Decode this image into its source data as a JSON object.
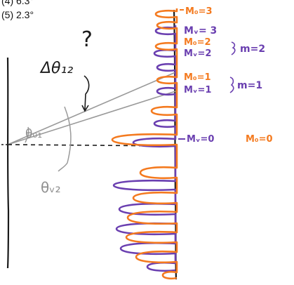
{
  "answers": {
    "option_4": "(4)  6.3°",
    "option_5": "(5)  2.3°"
  },
  "diagram": {
    "angle_diff_label": "Δθ₁₂",
    "angle_diff_question": "?",
    "theta_o1_label": "θ₀₁",
    "theta_v2_label": "θᵥ₂",
    "orders": {
      "m_o_3": "M₀=3",
      "m_v_3": "Mᵥ= 3",
      "m_o_2": "M₀=2",
      "m_v_2": "Mᵥ=2",
      "m_2": "m=2",
      "m_o_1": "M₀=1",
      "m_v_1": "Mᵥ=1",
      "m_1": "m=1",
      "m_v_0": "Mᵥ=0",
      "m_o_0": "M₀=0"
    },
    "colors": {
      "orange": "#f47a1f",
      "purple": "#6a3fb0",
      "gray": "#9a9a9a",
      "ink": "#1a1a1a"
    }
  }
}
